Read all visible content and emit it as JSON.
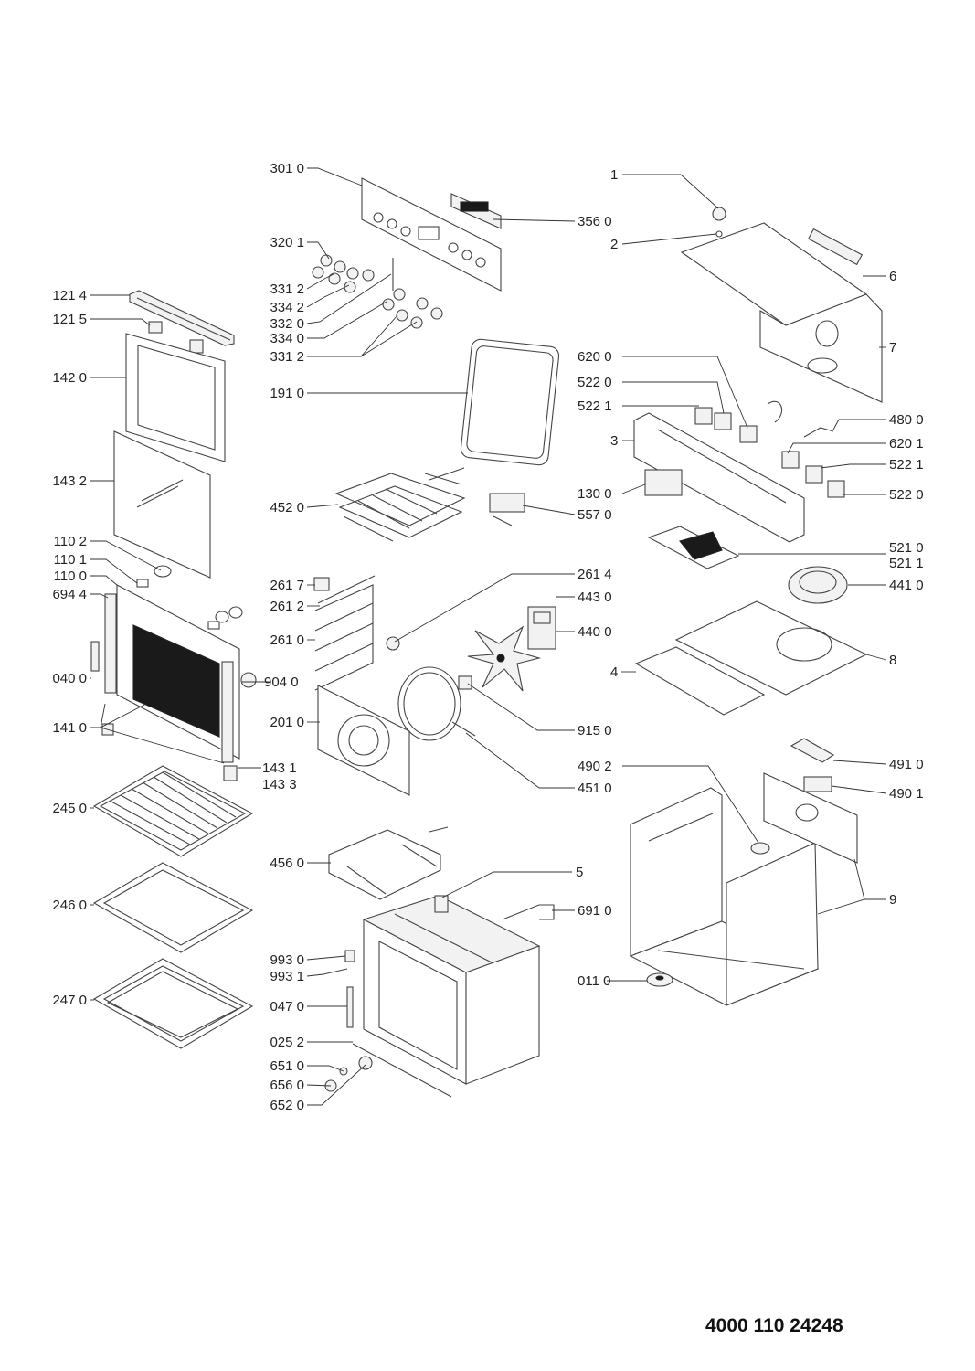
{
  "document_number": "4000 110 24248",
  "labels": {
    "p3010": "301 0",
    "p3560": "356 0",
    "p3201": "320 1",
    "p3312a": "331 2",
    "p3342": "334 2",
    "p3320": "332 0",
    "p3340": "334 0",
    "p3312b": "331 2",
    "p1214": "121 4",
    "p1215": "121 5",
    "p1420": "142 0",
    "p1910": "191 0",
    "p1432": "143 2",
    "p4520": "452 0",
    "p1102": "110 2",
    "p1101": "110 1",
    "p1100": "110 0",
    "p6944": "694 4",
    "p2617": "261 7",
    "p2612": "261 2",
    "p2610": "261 0",
    "p0400": "040 0",
    "p9040": "904 0",
    "p1410": "141 0",
    "p2010": "201 0",
    "p1431": "143 1",
    "p1433": "143 3",
    "p2450": "245 0",
    "p4560": "456 0",
    "p2460": "246 0",
    "p9930": "993 0",
    "p9931": "993 1",
    "p2470": "247 0",
    "p0470": "047 0",
    "p0252": "025 2",
    "p6510": "651 0",
    "p6560": "656 0",
    "p6520": "652 0",
    "p2614": "261 4",
    "p4430": "443 0",
    "p4400": "440 0",
    "p9150": "915 0",
    "p4510": "451 0",
    "p5570": "557 0",
    "p1300": "130 0",
    "p6200": "620 0",
    "p5220a": "522 0",
    "p5221a": "522 1",
    "p4800": "480 0",
    "p6201": "620 1",
    "p5221b": "522 1",
    "p5220b": "522 0",
    "p5210": "521 0",
    "p5211": "521 1",
    "p4410": "441 0",
    "p4902": "490 2",
    "p4910": "491 0",
    "p4901": "490 1",
    "p6910": "691 0",
    "p0110": "011 0",
    "n1": "1",
    "n2": "2",
    "n3": "3",
    "n4": "4",
    "n5": "5",
    "n6": "6",
    "n7": "7",
    "n8": "8",
    "n9": "9"
  }
}
